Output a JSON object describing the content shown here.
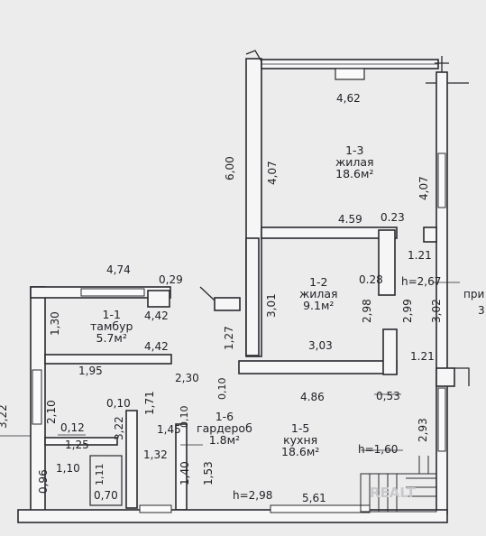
{
  "rooms": {
    "r13": {
      "id": "1-3",
      "name": "жилая",
      "area": "18.6м²"
    },
    "r12": {
      "id": "1-2",
      "name": "жилая",
      "area": "9.1м²"
    },
    "r11": {
      "id": "1-1",
      "name": "тамбур",
      "area": "5.7м²"
    },
    "r16": {
      "id": "1-6",
      "name": "гардероб",
      "area": "1.8м²"
    },
    "r15": {
      "id": "1-5",
      "name": "кухня",
      "area": "18.6м²"
    }
  },
  "dims": {
    "d462": "4,62",
    "d600": "6,00",
    "d407a": "4,07",
    "d407b": "4,07",
    "d459": "4.59",
    "d023": "0.23",
    "d121a": "1.21",
    "d474": "4,74",
    "d029": "0,29",
    "d028": "0.28",
    "dh267": "h=2,67",
    "d301": "3,01",
    "d298": "2,98",
    "d299": "2,99",
    "d302": "3,02",
    "d130": "1,30",
    "d442a": "4,42",
    "d442b": "4,42",
    "d127": "1,27",
    "d303": "3,03",
    "d121b": "1.21",
    "d195": "1,95",
    "d230": "2,30",
    "d010a": "0,10",
    "d486": "4.86",
    "d053": "0,53",
    "d322": "3,22",
    "d210": "2,10",
    "d010b": "0,10",
    "d171": "1,71",
    "d012": "0,12",
    "d322b": "3,22",
    "d145": "1,45",
    "d010c": "0,10",
    "d125": "1,25",
    "d132": "1,32",
    "dh160": "h=1,60",
    "d293": "2,93",
    "d110": "1,10",
    "d096": "0,96",
    "d111": "1,11",
    "d140": "1,40",
    "d153": "1,53",
    "d070": "0,70",
    "dh298": "h=2,98",
    "d561": "5,61",
    "dpri": "при",
    "d3": "3"
  },
  "watermark": "REALT"
}
